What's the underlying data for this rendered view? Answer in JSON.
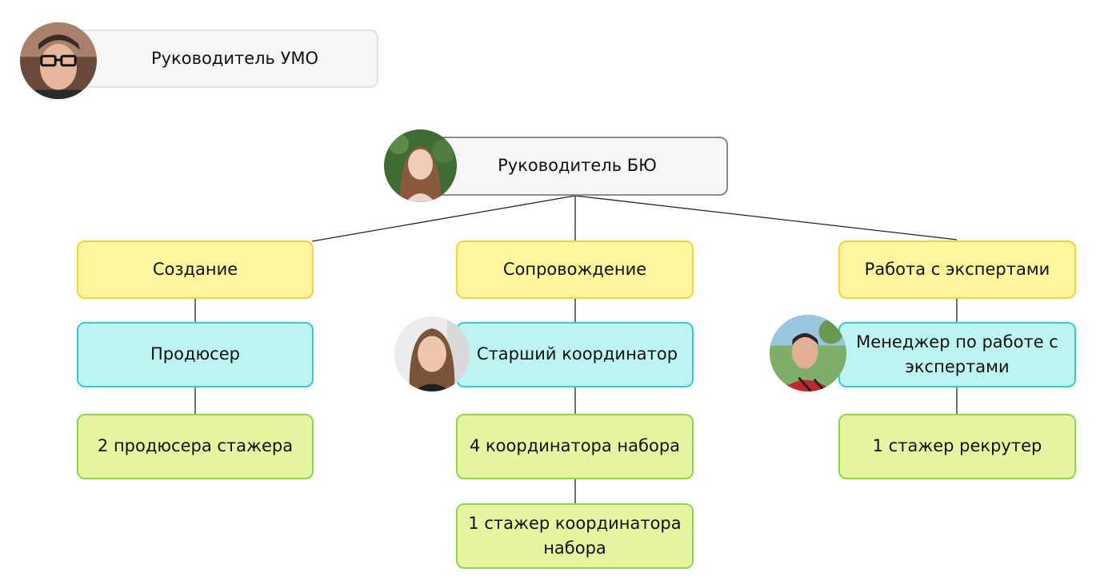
{
  "nodes": {
    "umo_head": "Руководитель УМО",
    "byu_head": "Руководитель БЮ",
    "creation": "Создание",
    "support": "Сопровождение",
    "experts": "Работа с экспертами",
    "producer": "Продюсер",
    "senior_coordinator": "Старший координатор",
    "expert_manager": [
      "Менеджер по работе с",
      "экспертами"
    ],
    "producer_interns": "2 продюсера стажера",
    "enrollment_coordinators": "4 координатора набора",
    "coordinator_intern": [
      "1 стажер координатора",
      "набора"
    ],
    "recruiter_intern": "1 стажер рекрутер"
  },
  "avatars": {
    "umo_head": "photo-man-glasses",
    "byu_head": "photo-woman-long-hair",
    "senior_coordinator": "photo-woman",
    "expert_manager": "photo-man-red-shirt"
  },
  "colors": {
    "gray_fill": "#f6f6f6",
    "yellow_fill": "#fff59c",
    "yellow_border": "#f2d338",
    "cyan_fill": "#bdf3f0",
    "cyan_border": "#2fcfd6",
    "green_fill": "#e6f5a0",
    "green_border": "#8fd64f"
  }
}
